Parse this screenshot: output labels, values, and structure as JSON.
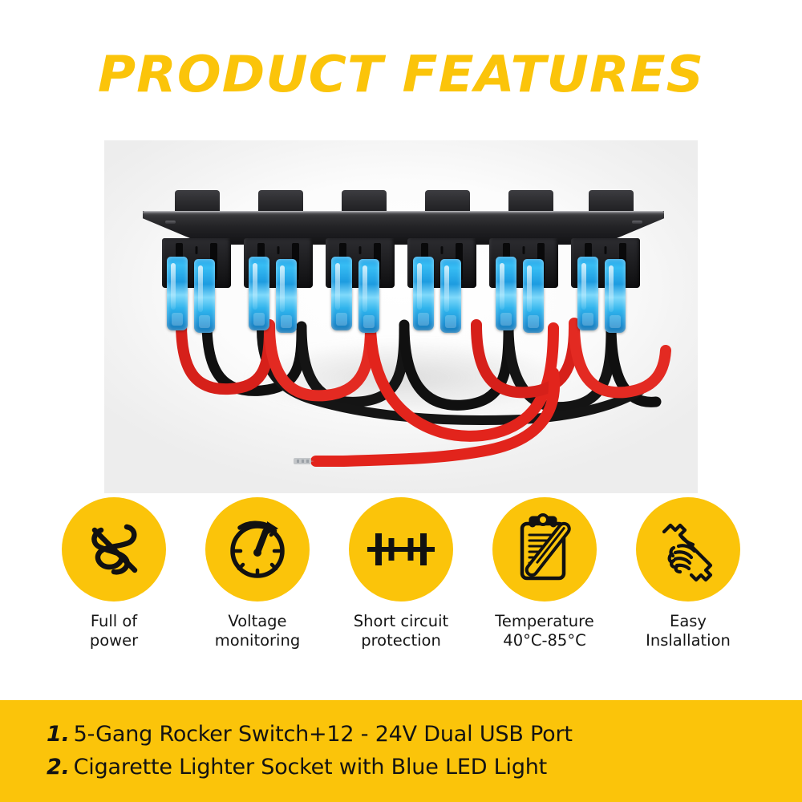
{
  "page": {
    "title": "PRODUCT FEATURES",
    "background_color": "#ffffff",
    "accent_color": "#FBC40A",
    "text_color": "#131313"
  },
  "product_image": {
    "name": "rocker-switch-panel-photo",
    "description": "Black 6-slot marine rocker switch panel shown from the back with blue insulated spade connectors and red and black wires",
    "panel_color": "#1d1d20",
    "connector_color": "#2aa8e8",
    "wire_colors": [
      "#e0241c",
      "#121212"
    ],
    "switch_count": 6
  },
  "features": [
    {
      "icon": "tangle-free-wire-icon",
      "label": "Full of\npower"
    },
    {
      "icon": "gauge-meter-icon",
      "label": "Voltage\nmonitoring"
    },
    {
      "icon": "battery-circuit-icon",
      "label": "Short circuit\nprotection"
    },
    {
      "icon": "clipboard-thermometer-icon",
      "label": "Temperature\n40°C-85°C"
    },
    {
      "icon": "hand-wrench-icon",
      "label": "Easy\nInslallation"
    }
  ],
  "banner": {
    "items": [
      {
        "number": "1.",
        "text": "5-Gang Rocker Switch+12 - 24V Dual USB Port"
      },
      {
        "number": "2.",
        "text": "Cigarette Lighter Socket with Blue LED Light"
      }
    ]
  }
}
